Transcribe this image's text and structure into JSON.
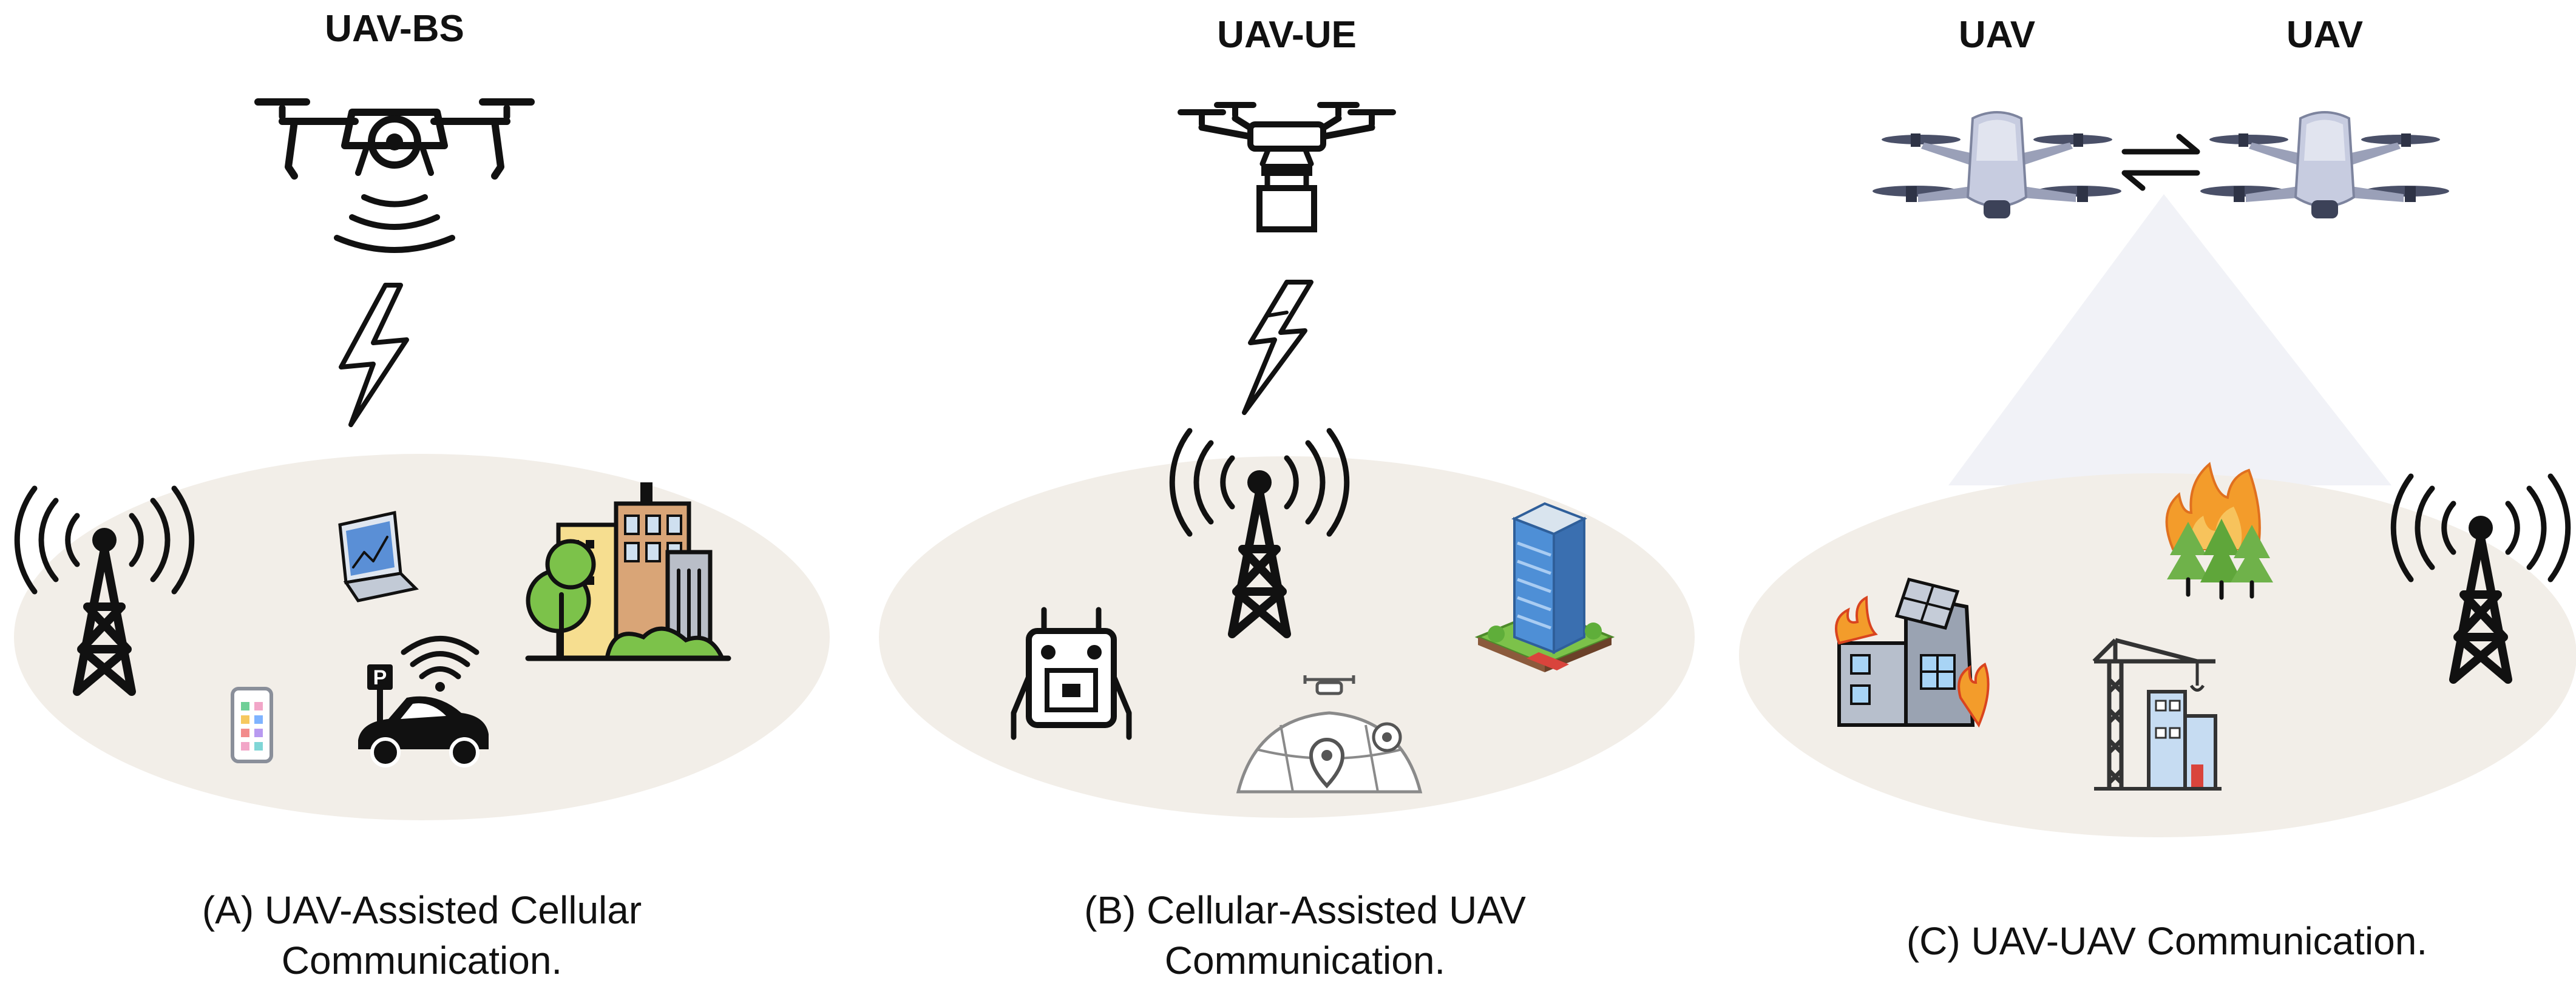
{
  "panels": [
    {
      "id": "A",
      "drone_label": "UAV-BS",
      "caption_line1": "(A) UAV-Assisted Cellular",
      "caption_line2": "Communication."
    },
    {
      "id": "B",
      "drone_label": "UAV-UE",
      "caption_line1": "(B) Cellular-Assisted UAV",
      "caption_line2": "Communication."
    },
    {
      "id": "C",
      "drone_label_left": "UAV",
      "drone_label_right": "UAV",
      "caption_line1": "(C) UAV-UAV Communication."
    }
  ],
  "colors": {
    "ground_ellipse": "#f2eee8",
    "ink": "#111111",
    "drone_body": "#c7cce0",
    "coverage_cone": "#eef0f6",
    "fire": "#f39c2b",
    "building_tan": "#d9a577",
    "building_yellow": "#f6de90",
    "tree_green": "#7cc24a"
  },
  "icons": [
    "drone-bs-icon",
    "signal-wave-icon",
    "lightning-icon",
    "cell-tower-icon",
    "laptop-icon",
    "smartphone-icon",
    "connected-car-icon",
    "city-buildings-icon",
    "delivery-drone-icon",
    "remote-controller-icon",
    "drone-map-icon",
    "skyscraper-icon",
    "quadcopter-icon",
    "exchange-arrows-icon",
    "burning-building-icon",
    "forest-fire-icon",
    "construction-crane-icon"
  ]
}
